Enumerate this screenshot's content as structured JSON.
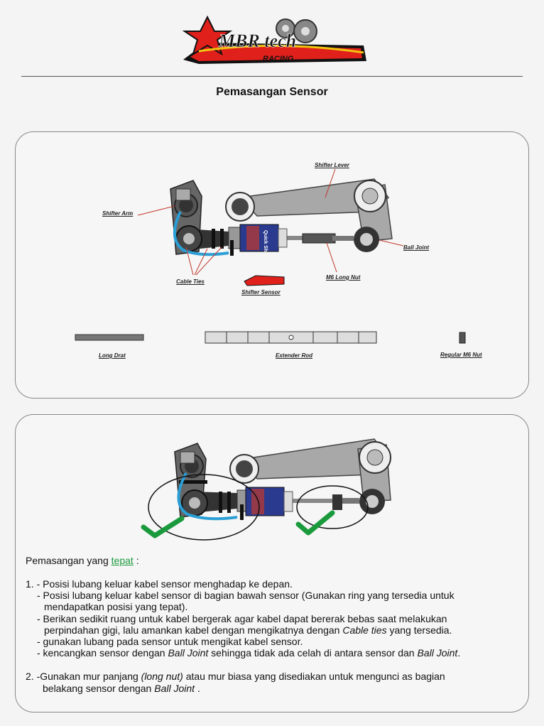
{
  "header": {
    "logo_text": "MBR tech",
    "logo_sub": "RACING",
    "title": "Pemasangan Sensor"
  },
  "diagram1": {
    "labels": {
      "shifter_lever": "Shifter Lever",
      "shifter_arm": "Shifter Arm",
      "ball_joint": "Ball Joint",
      "cable_ties": "Cable Ties",
      "m6_long_nut": "M6 Long Nut",
      "shifter_sensor": "Shifter Sensor",
      "long_drat": "Long Drat",
      "extender_rod": "Extender Rod",
      "regular_m6_nut": "Regular M6 Nut"
    },
    "sensor_text": "Quick Sh"
  },
  "instructions": {
    "heading_prefix": "Pemasangan yang",
    "heading_highlight": "tepat",
    "heading_suffix": ":",
    "l1": "1. - Posisi lubang keluar kabel sensor menghadap ke depan.",
    "l2": "- Posisi lubang keluar kabel sensor di bagian bawah sensor (Gunakan ring yang tersedia untuk",
    "l3": "mendapatkan posisi yang tepat).",
    "l4": "- Berikan sedikit ruang untuk kabel bergerak agar kabel dapat bererak bebas saat melakukan",
    "l5_a": "perpindahan gigi, lalu amankan kabel dengan mengikatnya dengan",
    "l5_b": "Cable ties",
    "l5_c": "yang tersedia.",
    "l6": "- gunakan lubang pada sensor untuk mengikat kabel sensor.",
    "l7_a": "- kencangkan sensor dengan",
    "l7_b": "Ball Joint",
    "l7_c": "sehingga tidak ada celah di antara sensor dan",
    "l7_d": "Ball Joint",
    "l7_e": ".",
    "l8_a": "2. -Gunakan mur panjang",
    "l8_b": "(long nut)",
    "l8_c": "atau mur biasa yang disediakan untuk mengunci as bagian",
    "l9_a": "belakang sensor dengan",
    "l9_b": "Ball Joint",
    "l9_c": "."
  },
  "colors": {
    "logo_red": "#e0201b",
    "cable_blue": "#2a9fd6",
    "check_green": "#1a9a3c",
    "sensor_blue": "#2a3a8f"
  }
}
